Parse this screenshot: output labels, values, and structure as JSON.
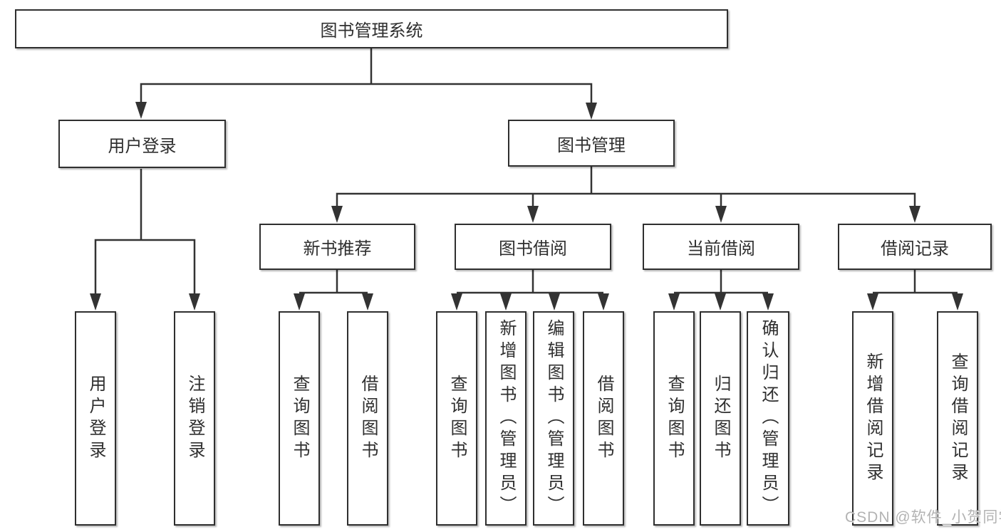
{
  "tree": {
    "label": "图书管理系统",
    "children": [
      {
        "label": "用户登录",
        "children": [
          {
            "label": "用户登录"
          },
          {
            "label": "注销登录"
          }
        ]
      },
      {
        "label": "图书管理",
        "children": [
          {
            "label": "新书推荐",
            "children": [
              {
                "label": "查询图书"
              },
              {
                "label": "借阅图书"
              }
            ]
          },
          {
            "label": "图书借阅",
            "children": [
              {
                "label": "查询图书"
              },
              {
                "label": "新增图书（管理员）"
              },
              {
                "label": "编辑图书（管理员）"
              },
              {
                "label": "借阅图书"
              }
            ]
          },
          {
            "label": "当前借阅",
            "children": [
              {
                "label": "查询图书"
              },
              {
                "label": "归还图书"
              },
              {
                "label": "确认归还（管理员）"
              }
            ]
          },
          {
            "label": "借阅记录",
            "children": [
              {
                "label": "新增借阅记录"
              },
              {
                "label": "查询借阅记录"
              }
            ]
          }
        ]
      }
    ]
  },
  "watermark": {
    "text": "CSDN @软件_小贺同学"
  },
  "colors": {
    "line": "#333333",
    "box_border": "#2f2f2f",
    "box_fill": "#ffffff",
    "text": "#2f2f2f",
    "watermark": "#b3b3b3"
  }
}
